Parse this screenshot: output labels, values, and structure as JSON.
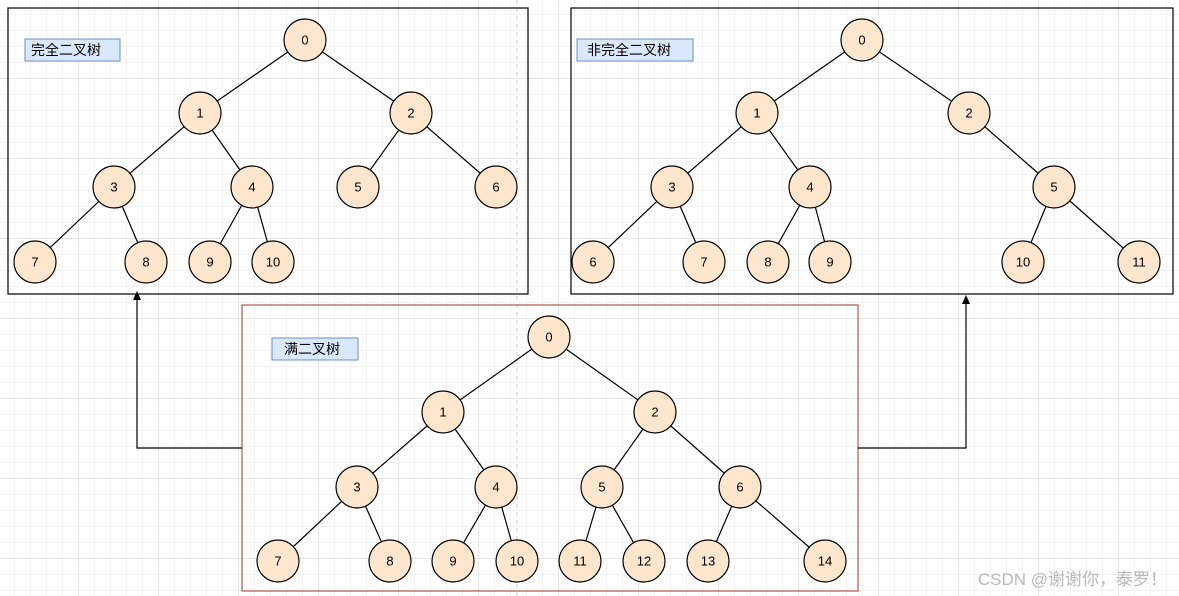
{
  "trees": [
    {
      "id": "complete",
      "label": "完全二叉树",
      "nodes": [
        "0",
        "1",
        "2",
        "3",
        "4",
        "5",
        "6",
        "7",
        "8",
        "9",
        "10"
      ]
    },
    {
      "id": "noncomplete",
      "label": "非完全二叉树",
      "nodes": [
        "0",
        "1",
        "2",
        "3",
        "4",
        "5",
        "6",
        "7",
        "8",
        "9",
        "10",
        "11"
      ]
    },
    {
      "id": "full",
      "label": "满二叉树",
      "nodes": [
        "0",
        "1",
        "2",
        "3",
        "4",
        "5",
        "6",
        "7",
        "8",
        "9",
        "10",
        "11",
        "12",
        "13",
        "14"
      ]
    }
  ],
  "watermark": "CSDN @谢谢你，泰罗！",
  "colors": {
    "node_fill": "#ffe6cc",
    "label_fill": "#dae8fc",
    "label_border": "#6c8ebf",
    "full_border": "#b85450"
  }
}
